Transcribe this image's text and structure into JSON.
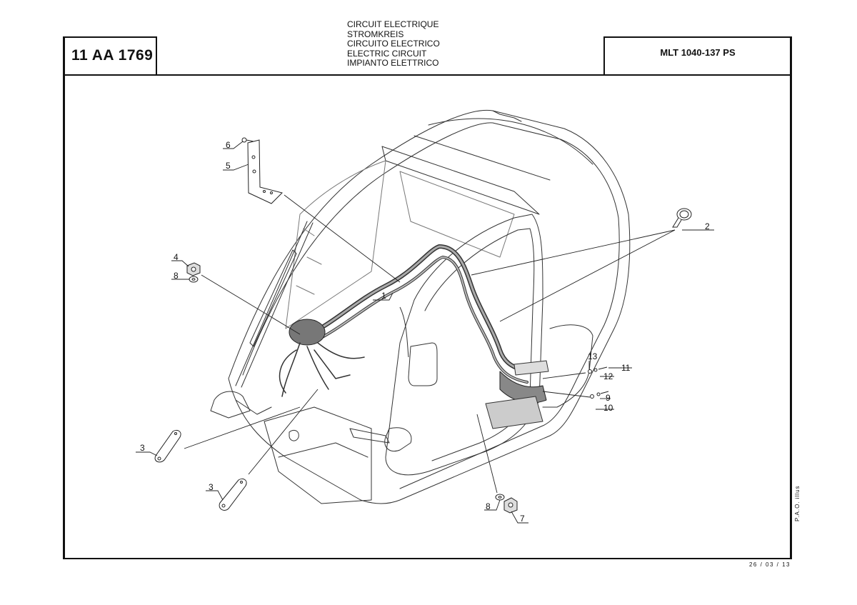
{
  "header": {
    "doc_number": "11 AA 1769",
    "titles": [
      "CIRCUIT ELECTRIQUE",
      "STROMKREIS",
      "CIRCUITO ELECTRICO",
      "ELECTRIC CIRCUIT",
      "IMPIANTO ELETTRICO"
    ],
    "model": "MLT 1040-137 PS"
  },
  "footer": {
    "date": "26 / 03 / 13",
    "credit": "P.A.O. illus"
  },
  "callouts": {
    "c1": "1",
    "c2": "2",
    "c3a": "3",
    "c3b": "3",
    "c4": "4",
    "c5": "5",
    "c6": "6",
    "c7": "7",
    "c8a": "8",
    "c8b": "8",
    "c9": "9",
    "c10": "10",
    "c11": "11",
    "c12": "12",
    "c13": "13"
  }
}
